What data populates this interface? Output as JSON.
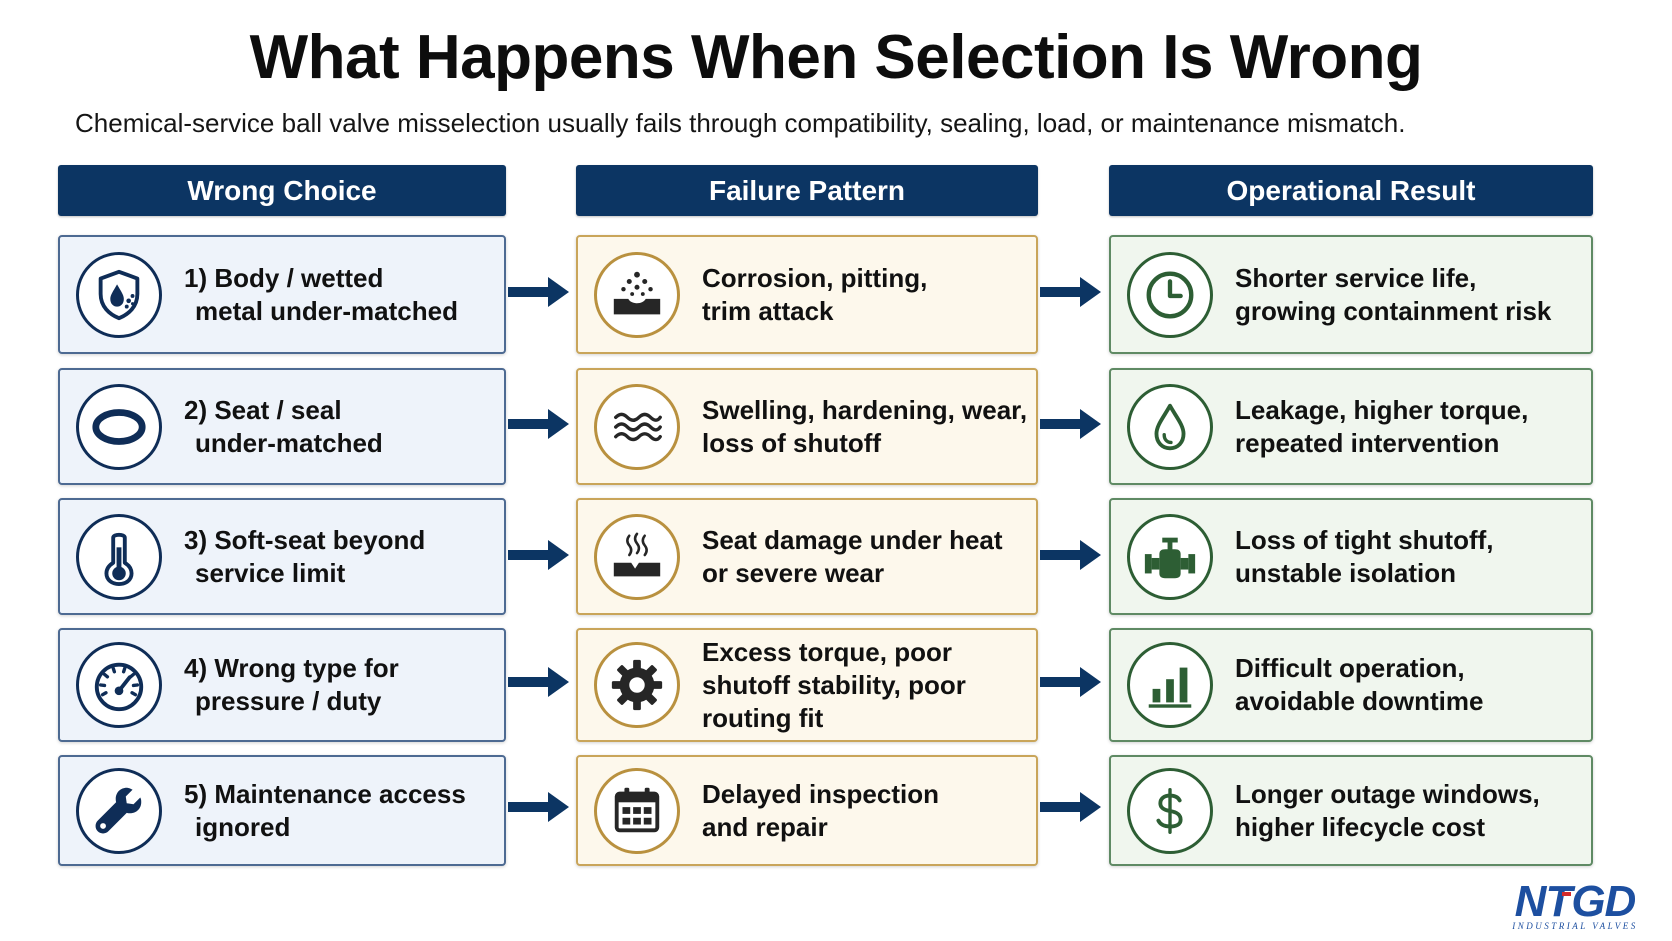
{
  "title": "What Happens When Selection Is Wrong",
  "subtitle": "Chemical-service ball valve misselection usually fails through compatibility, sealing, load, or maintenance mismatch.",
  "columns": {
    "wrong": "Wrong Choice",
    "failure": "Failure Pattern",
    "result": "Operational Result"
  },
  "rows": [
    {
      "wrong": {
        "lines": [
          "1) Body / wetted",
          "metal under-matched"
        ],
        "icon": "shield-droplet-icon"
      },
      "failure": {
        "lines": [
          "Corrosion, pitting,",
          "trim attack"
        ],
        "icon": "corrosion-pitting-icon"
      },
      "result": {
        "lines": [
          "Shorter service life,",
          "growing containment risk"
        ],
        "icon": "clock-icon"
      }
    },
    {
      "wrong": {
        "lines": [
          "2) Seat / seal",
          "under-matched"
        ],
        "icon": "seal-ring-icon"
      },
      "failure": {
        "lines": [
          "Swelling, hardening, wear,",
          "loss of shutoff"
        ],
        "icon": "waves-icon"
      },
      "result": {
        "lines": [
          "Leakage, higher torque,",
          "repeated intervention"
        ],
        "icon": "droplet-icon"
      }
    },
    {
      "wrong": {
        "lines": [
          "3) Soft-seat beyond",
          "service limit"
        ],
        "icon": "thermometer-icon"
      },
      "failure": {
        "lines": [
          "Seat damage under heat",
          "or severe wear"
        ],
        "icon": "heat-damage-icon"
      },
      "result": {
        "lines": [
          "Loss of tight shutoff,",
          "unstable isolation"
        ],
        "icon": "valve-icon"
      }
    },
    {
      "wrong": {
        "lines": [
          "4) Wrong type for",
          "pressure / duty"
        ],
        "icon": "gauge-icon"
      },
      "failure": {
        "lines": [
          "Excess torque, poor",
          "shutoff stability, poor",
          "routing fit"
        ],
        "icon": "gear-icon"
      },
      "result": {
        "lines": [
          "Difficult operation,",
          "avoidable downtime"
        ],
        "icon": "bar-chart-icon"
      }
    },
    {
      "wrong": {
        "lines": [
          "5) Maintenance access",
          "ignored"
        ],
        "icon": "wrench-icon"
      },
      "failure": {
        "lines": [
          "Delayed inspection",
          "and repair"
        ],
        "icon": "calendar-icon"
      },
      "result": {
        "lines": [
          "Longer outage windows,",
          "higher lifecycle cost"
        ],
        "icon": "dollar-icon"
      }
    }
  ],
  "logo": {
    "brand": "NTGD",
    "tagline": "INDUSTRIAL VALVES"
  },
  "colors": {
    "header_bg": "#0c3563",
    "arrow": "#0c3563",
    "wrong_border": "#4d6a92",
    "failure_border": "#c9a55a",
    "result_border": "#5f8a64",
    "logo_blue": "#1d4fa0",
    "logo_red": "#d42a2a"
  }
}
